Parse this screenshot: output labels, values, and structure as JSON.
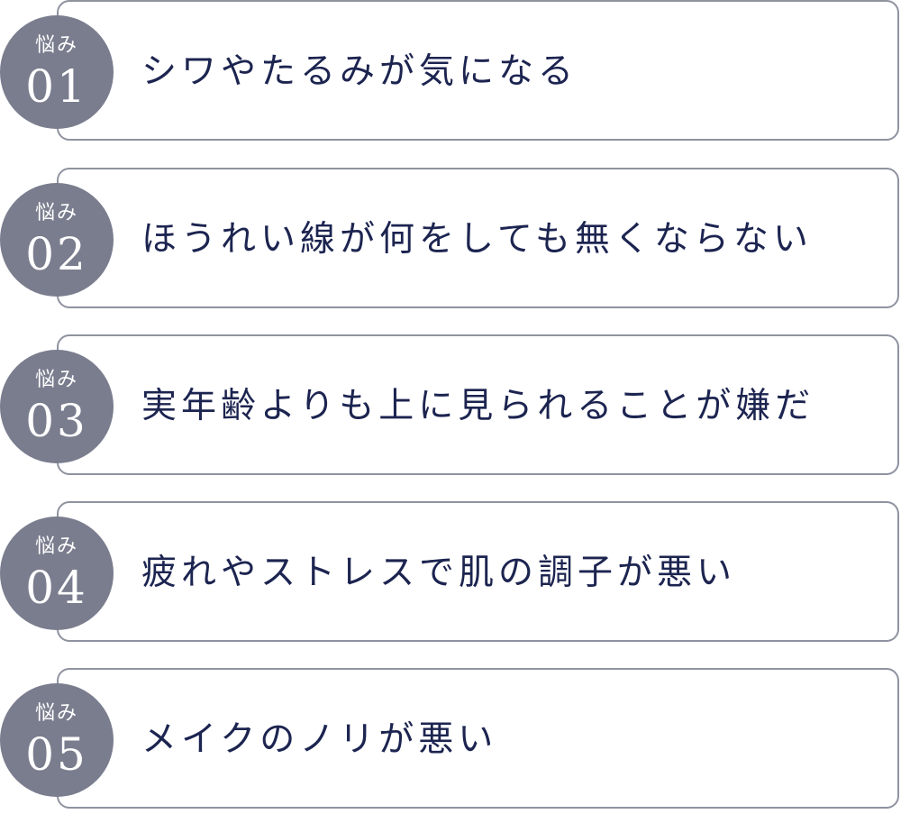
{
  "items": [
    {
      "badge_label": "悩み",
      "badge_number": "01",
      "text": "シワやたるみが気になる"
    },
    {
      "badge_label": "悩み",
      "badge_number": "02",
      "text": "ほうれい線が何をしても無くならない"
    },
    {
      "badge_label": "悩み",
      "badge_number": "03",
      "text": "実年齢よりも上に見られることが嫌だ"
    },
    {
      "badge_label": "悩み",
      "badge_number": "04",
      "text": "疲れやストレスで肌の調子が悪い"
    },
    {
      "badge_label": "悩み",
      "badge_number": "05",
      "text": "メイクのノリが悪い"
    }
  ],
  "colors": {
    "badge_background": "#7a7d8e",
    "card_border": "#8f93a0",
    "text": "#1c2450"
  }
}
